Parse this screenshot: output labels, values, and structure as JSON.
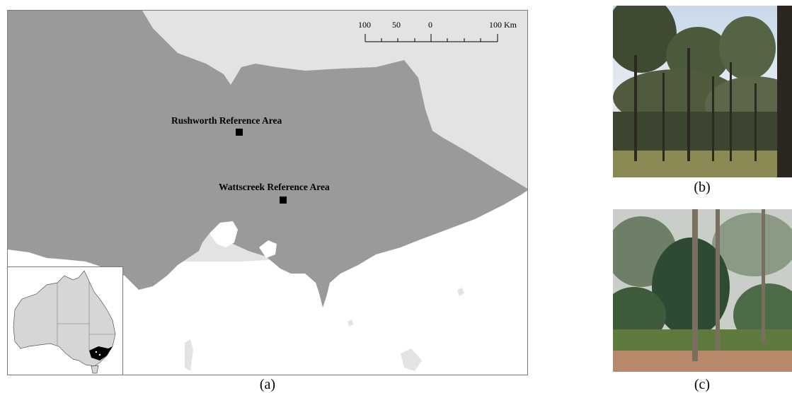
{
  "map": {
    "sites": [
      {
        "label": "Rushworth Reference Area"
      },
      {
        "label": "Wattscreek Reference Area"
      }
    ],
    "scale_bar": {
      "ticks": [
        "100",
        "50",
        "0",
        "100 Km"
      ]
    },
    "colors": {
      "land": "#9a9a9a",
      "neighbour_land": "#e3e3e3",
      "sea": "#ffffff",
      "highlight_state": "#000000"
    }
  },
  "captions": {
    "a": "(a)",
    "b": "(b)",
    "c": "(c)"
  },
  "photos": {
    "b": {
      "subject": "dry open eucalypt woodland"
    },
    "c": {
      "subject": "wet forest with ferns"
    }
  }
}
